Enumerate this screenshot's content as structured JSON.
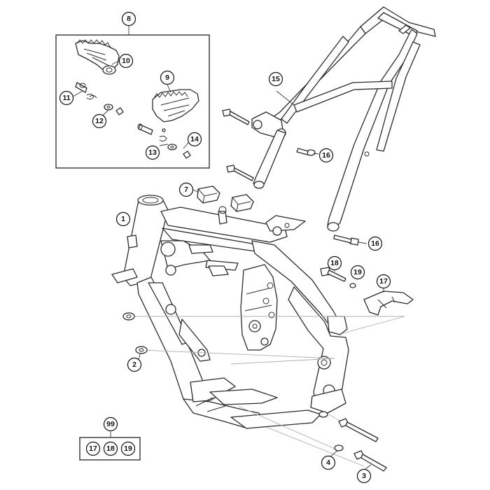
{
  "callouts": {
    "c1": "1",
    "c2": "2",
    "c3": "3",
    "c4": "4",
    "c7": "7",
    "c8": "8",
    "c9": "9",
    "c10": "10",
    "c11": "11",
    "c12": "12",
    "c13": "13",
    "c14": "14",
    "c15": "15",
    "c16a": "16",
    "c16b": "16",
    "c17": "17",
    "c18": "18",
    "c19": "19",
    "c99": "99",
    "kit": [
      "17",
      "18",
      "19"
    ]
  }
}
